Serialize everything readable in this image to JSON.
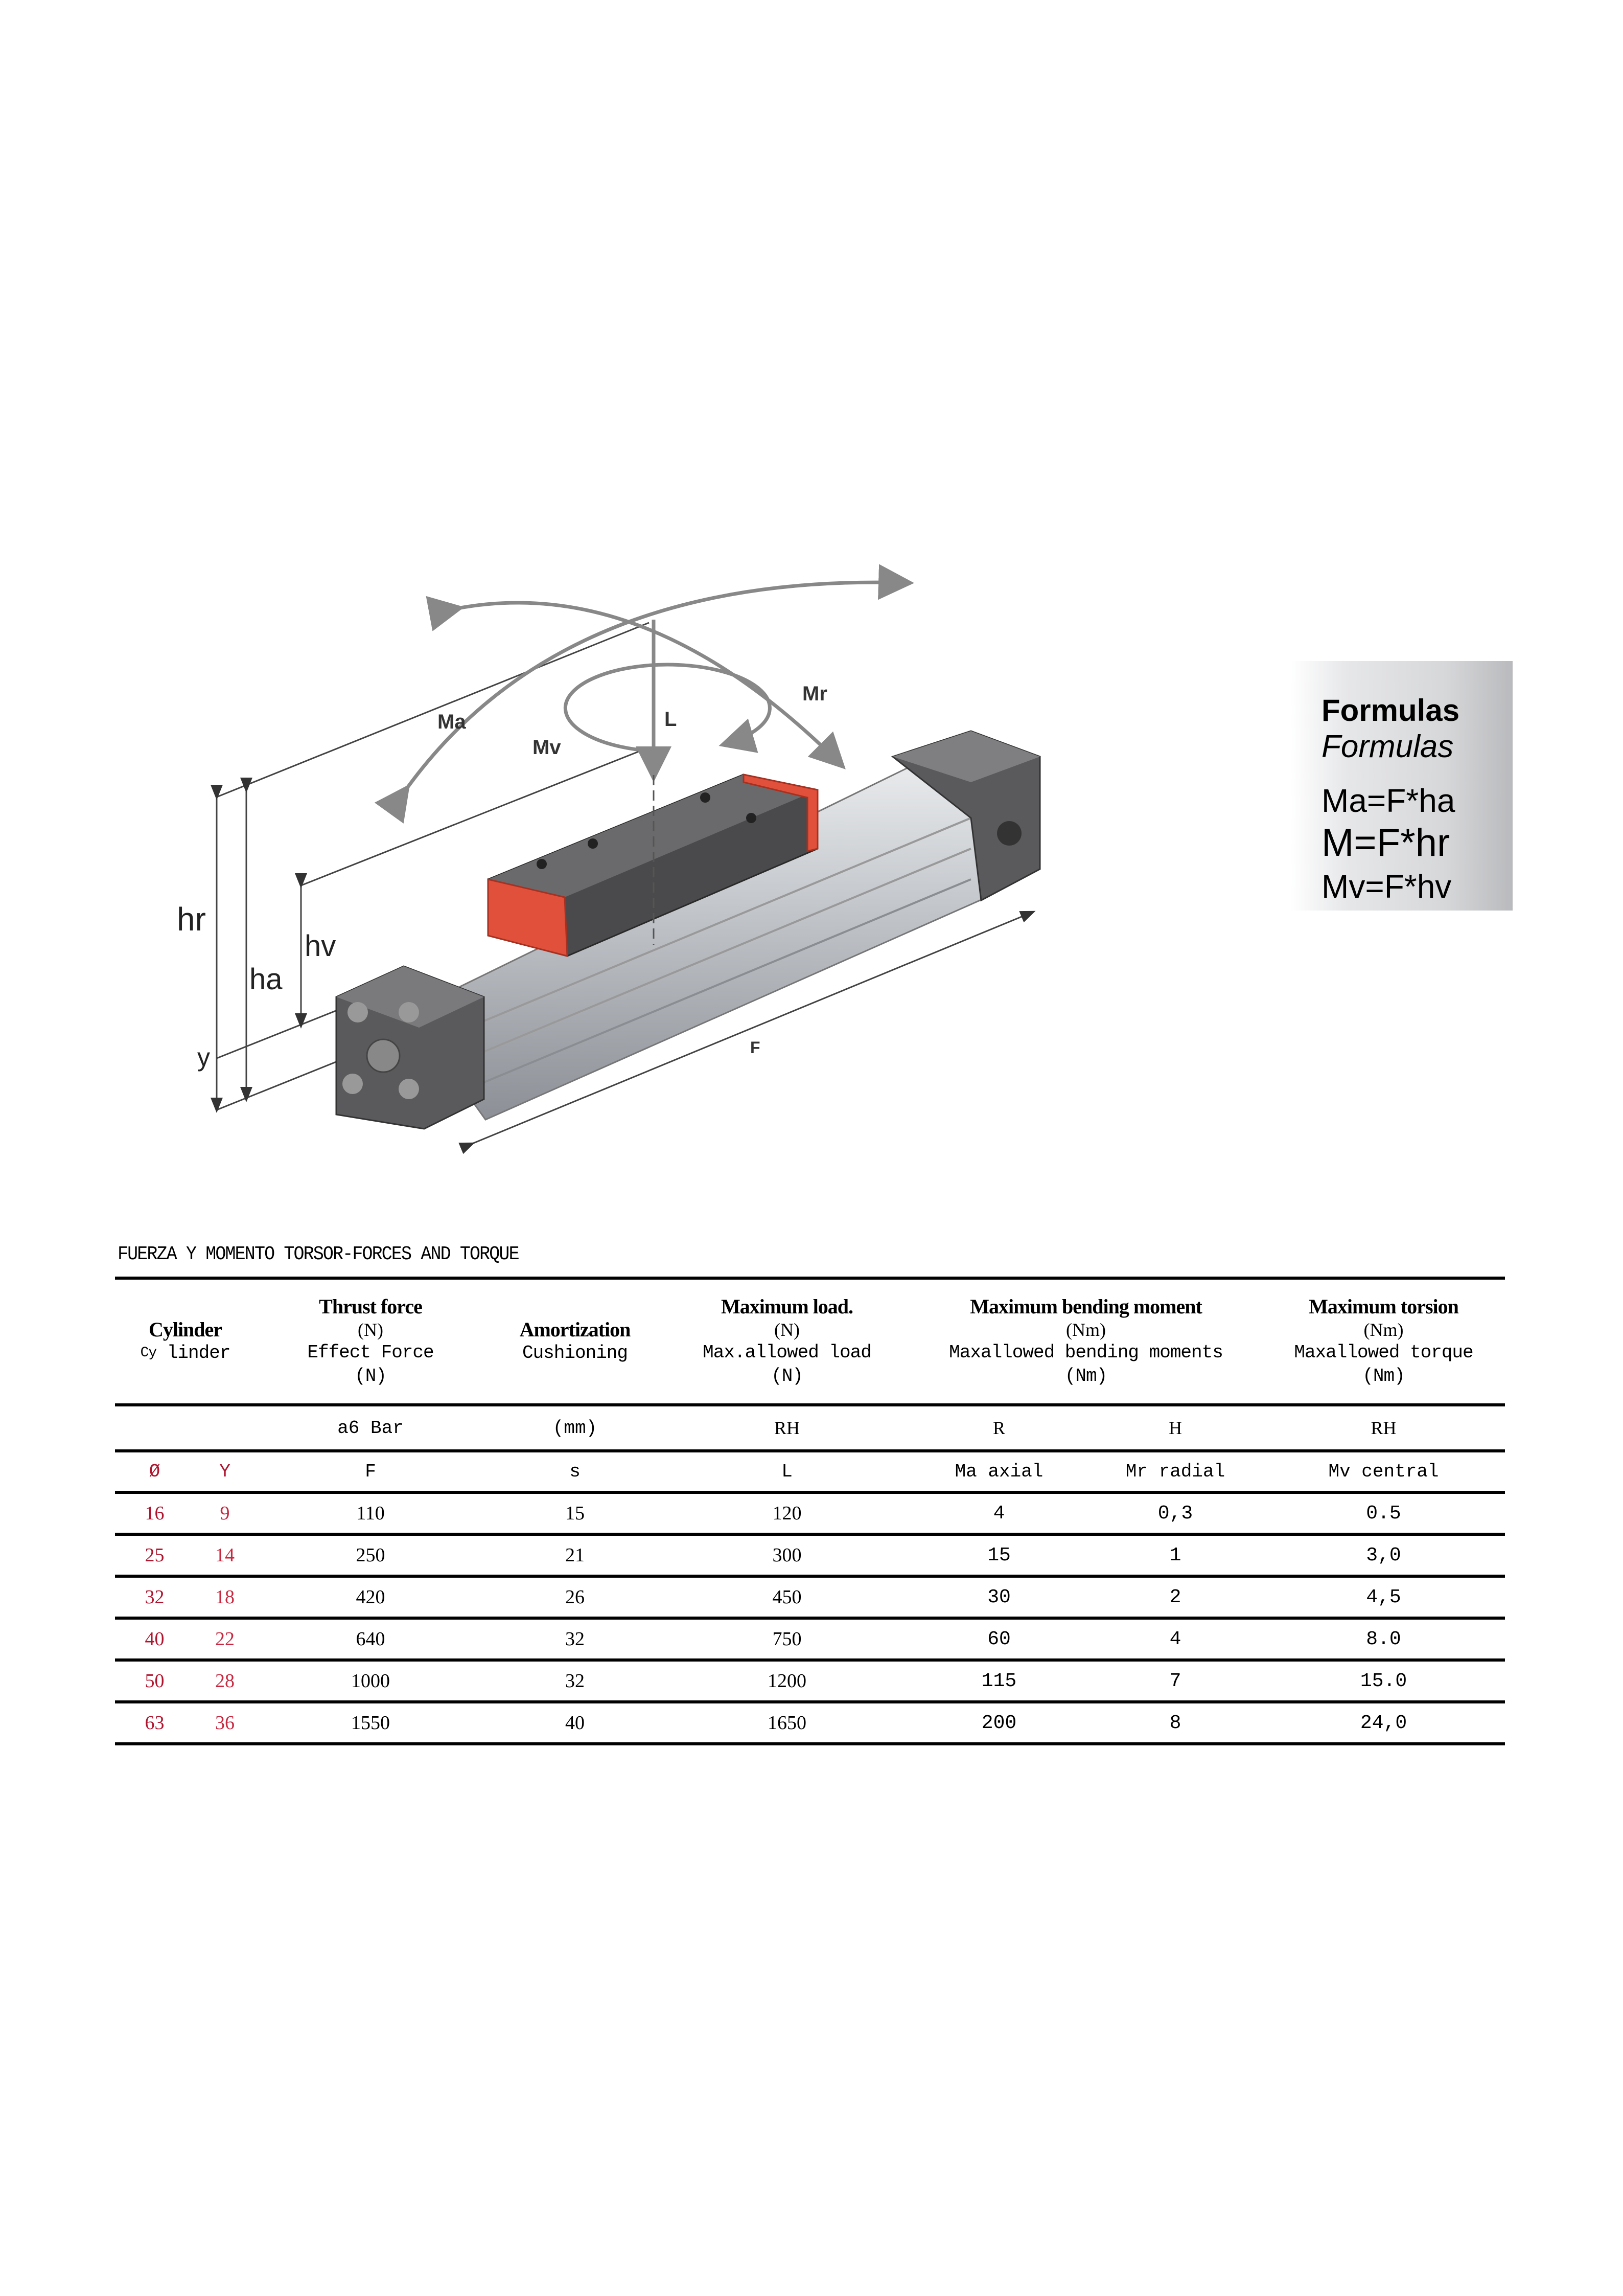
{
  "diagram": {
    "labels": {
      "Ma": "Ma",
      "Mr": "Mr",
      "Mv": "Mv",
      "L": "L",
      "hr": "hr",
      "ha": "ha",
      "hv": "hv",
      "F": "F",
      "y": "y"
    },
    "colors": {
      "carriage_end": "#e0503a",
      "body": "#c9ccd0",
      "cap": "#555555"
    }
  },
  "formulas": {
    "title_bold": "Formulas",
    "title_italic": "Formulas",
    "items": [
      "Ma=F*ha",
      "M=F*hr",
      "Mv=F*hv"
    ]
  },
  "table": {
    "title": "FUERZA Y MOMENTO TORSOR-FORCES AND TORQUE",
    "headers": {
      "cylinder": {
        "bold": "Cylinder",
        "sub_a": "Cy",
        "sub_b": "linder"
      },
      "thrust": {
        "bold": "Thrust force",
        "unit": "(N)",
        "sub": "Effect Force",
        "sub_unit": "(N)"
      },
      "amort": {
        "bold": "Amortization",
        "sub": "Cushioning"
      },
      "load": {
        "bold": "Maximum load.",
        "unit": "(N)",
        "sub": "Max.allowed load",
        "sub_unit": "(N)"
      },
      "bending": {
        "bold": "Maximum bending moment",
        "unit": "(Nm)",
        "sub": "Maxallowed bending moments",
        "sub_unit": "(Nm)"
      },
      "torsion": {
        "bold": "Maximum torsion",
        "unit": "(Nm)",
        "sub": "Maxallowed torque",
        "sub_unit": "(Nm)"
      }
    },
    "units_row": [
      "",
      "",
      "a6 Bar",
      "(mm)",
      "RH",
      "R",
      "H",
      "RH"
    ],
    "symbol_row": [
      "Ø",
      "Y",
      "F",
      "s",
      "L",
      "Ma axial",
      "Mr radial",
      "Mv central"
    ],
    "rows": [
      [
        "16",
        "9",
        "110",
        "15",
        "120",
        "4",
        "0,3",
        "0.5"
      ],
      [
        "25",
        "14",
        "250",
        "21",
        "300",
        "15",
        "1",
        "3,0"
      ],
      [
        "32",
        "18",
        "420",
        "26",
        "450",
        "30",
        "2",
        "4,5"
      ],
      [
        "40",
        "22",
        "640",
        "32",
        "750",
        "60",
        "4",
        "8.0"
      ],
      [
        "50",
        "28",
        "1000",
        "32",
        "1200",
        "115",
        "7",
        "15.0"
      ],
      [
        "63",
        "36",
        "1550",
        "40",
        "1650",
        "200",
        "8",
        "24,0"
      ]
    ]
  }
}
